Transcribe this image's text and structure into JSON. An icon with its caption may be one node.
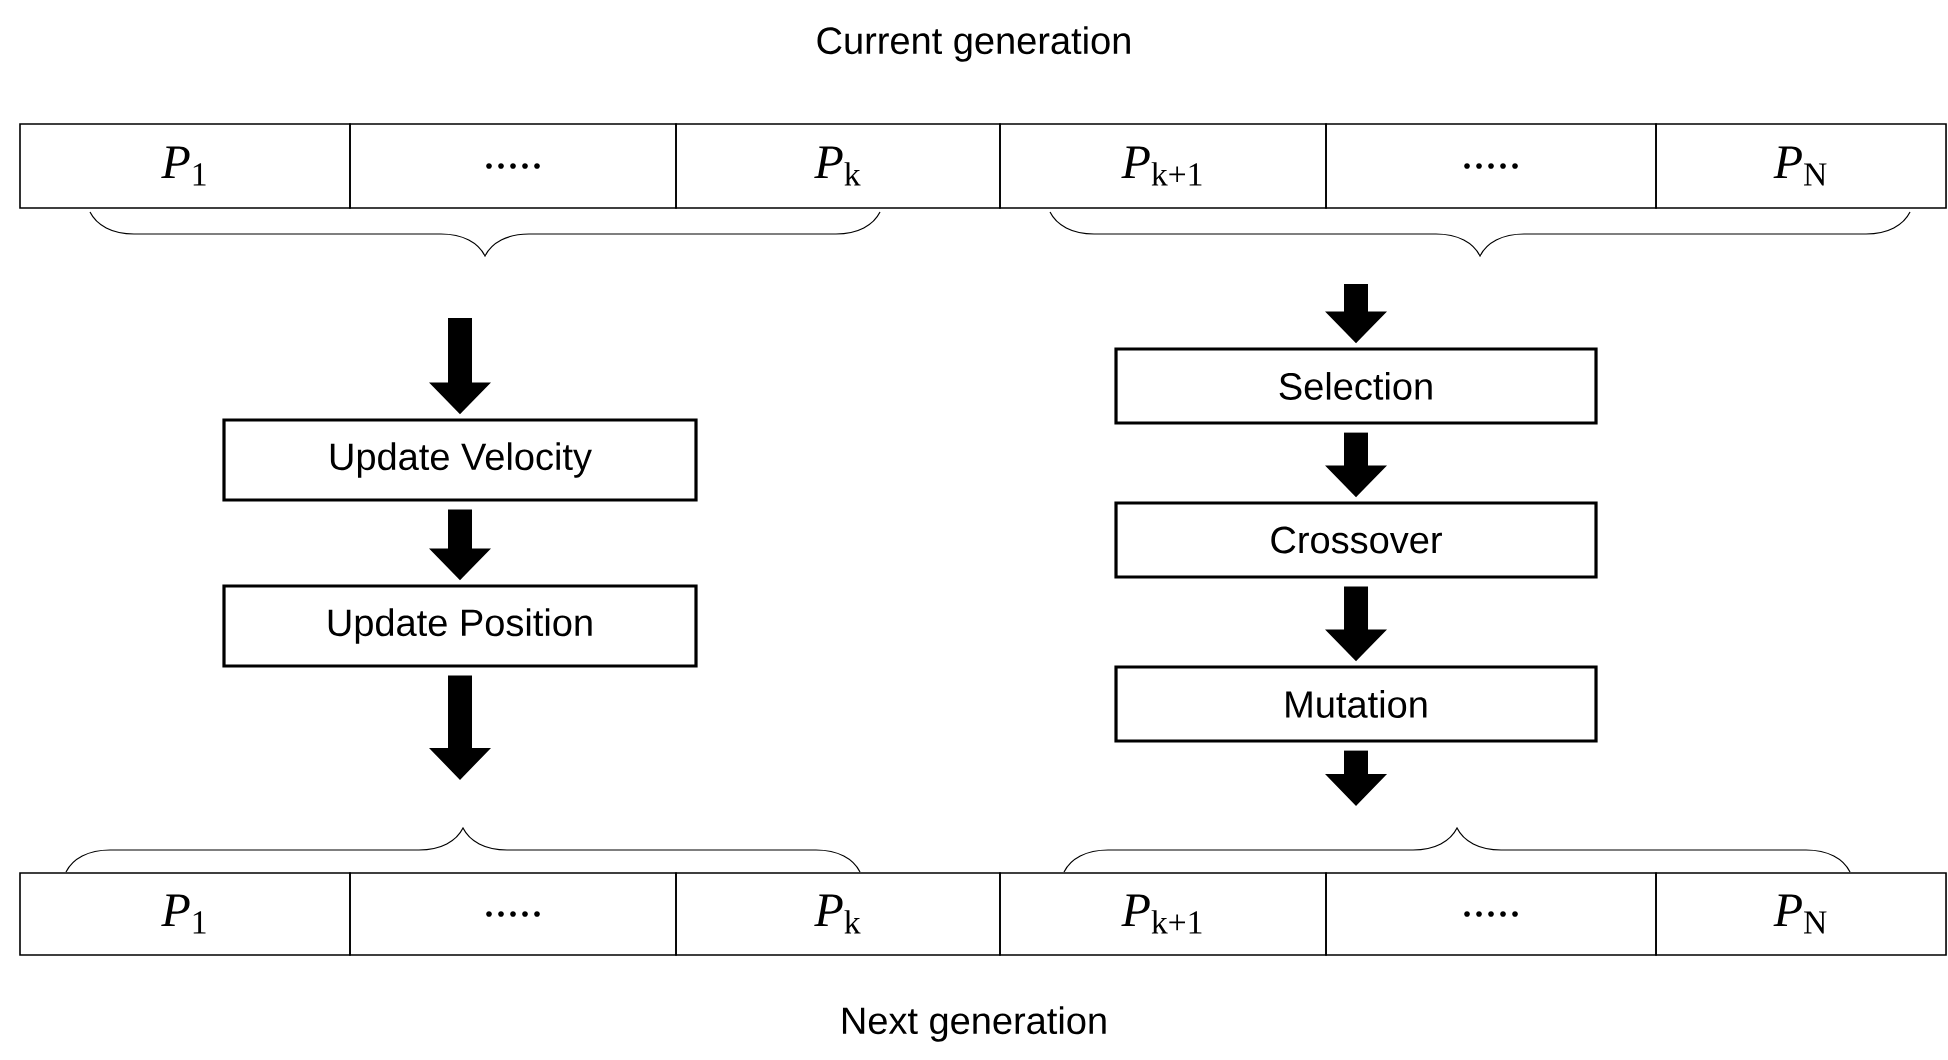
{
  "diagram": {
    "title": "Current generation",
    "caption": "Next generation",
    "nodes": [
      {
        "text": [
          "*P*$_{1}$"
        ]
      },
      {
        "text": [
          "....."
        ]
      },
      {
        "text": [
          "*P*$_{k}$"
        ]
      },
      {
        "text": [
          "*P*$_{k+1}$"
        ]
      },
      {
        "text": [
          "....."
        ]
      },
      {
        "text": [
          "*P*$_{N}$"
        ]
      },
      {
        "text": [
          "Update Velocity"
        ]
      },
      {
        "text": [
          "Update Position"
        ]
      },
      {
        "text": [
          "Selection"
        ]
      },
      {
        "text": [
          "Crossover"
        ]
      },
      {
        "text": [
          "Mutation"
        ]
      },
      {
        "text": [
          "*P*$_{1}$"
        ]
      },
      {
        "text": [
          "....."
        ]
      },
      {
        "text": [
          "*P*$_{k}$"
        ]
      },
      {
        "text": [
          "*P*$_{k+1}$"
        ]
      },
      {
        "text": [
          "....."
        ]
      },
      {
        "text": [
          "*P*$_{N}$"
        ]
      }
    ],
    "edges": [
      {
        "from": null,
        "to": 6,
        "arrow": "to"
      },
      {
        "from": 6,
        "to": 7,
        "arrow": "to"
      },
      {
        "from": 7,
        "to": null,
        "arrow": "to"
      },
      {
        "from": null,
        "to": 8,
        "arrow": "to"
      },
      {
        "from": 8,
        "to": 9,
        "arrow": "to"
      },
      {
        "from": 9,
        "to": 10,
        "arrow": "to"
      },
      {
        "from": 10,
        "to": null,
        "arrow": "to"
      }
    ]
  }
}
